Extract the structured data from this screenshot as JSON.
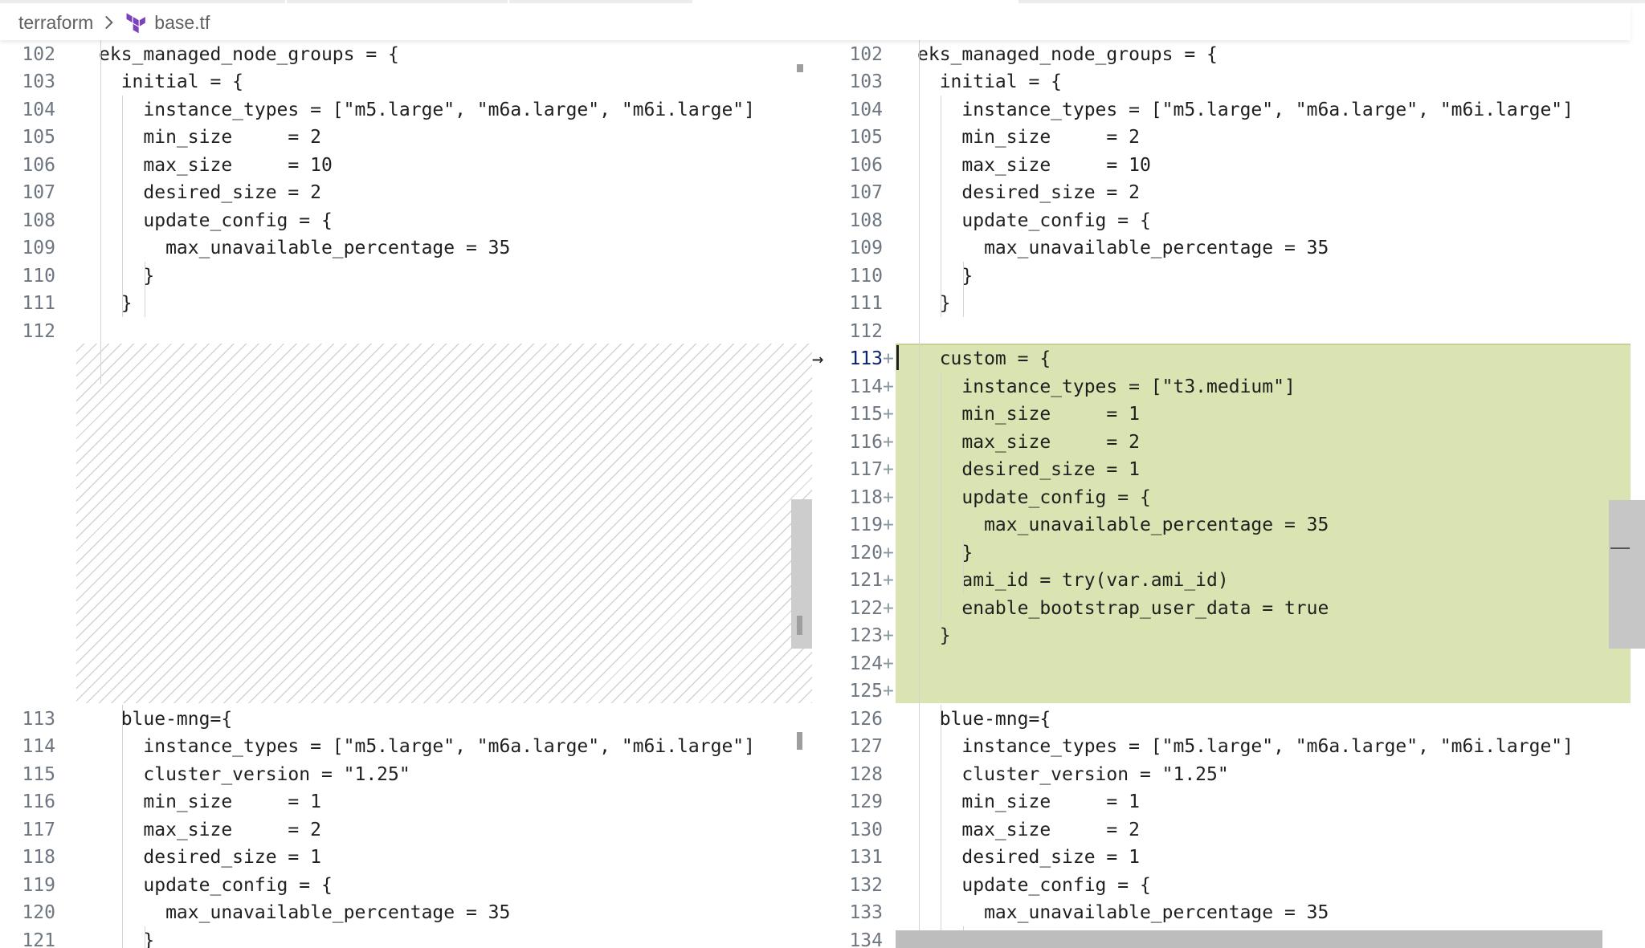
{
  "breadcrumb": {
    "folder": "terraform",
    "file": "base.tf"
  },
  "colors": {
    "added": "#d9e4b2",
    "hatch": "#d3d3d3",
    "terraform_brand": "#7b42bc"
  },
  "icons": {
    "separator": "chevron-right-icon",
    "file": "terraform-file-icon",
    "current_line": "arrow-right-icon"
  },
  "left": {
    "top": [
      {
        "n": "102",
        "t": "eks_managed_node_groups = {"
      },
      {
        "n": "103",
        "t": "  initial = {"
      },
      {
        "n": "104",
        "t": "    instance_types = [\"m5.large\", \"m6a.large\", \"m6i.large\"]"
      },
      {
        "n": "105",
        "t": "    min_size     = 2"
      },
      {
        "n": "106",
        "t": "    max_size     = 10"
      },
      {
        "n": "107",
        "t": "    desired_size = 2"
      },
      {
        "n": "108",
        "t": "    update_config = {"
      },
      {
        "n": "109",
        "t": "      max_unavailable_percentage = 35"
      },
      {
        "n": "110",
        "t": "    }"
      },
      {
        "n": "111",
        "t": "  }"
      },
      {
        "n": "112",
        "t": ""
      }
    ],
    "bottom": [
      {
        "n": "113",
        "t": "  blue-mng={"
      },
      {
        "n": "114",
        "t": "    instance_types = [\"m5.large\", \"m6a.large\", \"m6i.large\"]"
      },
      {
        "n": "115",
        "t": "    cluster_version = \"1.25\""
      },
      {
        "n": "116",
        "t": "    min_size     = 1"
      },
      {
        "n": "117",
        "t": "    max_size     = 2"
      },
      {
        "n": "118",
        "t": "    desired_size = 1"
      },
      {
        "n": "119",
        "t": "    update_config = {"
      },
      {
        "n": "120",
        "t": "      max_unavailable_percentage = 35"
      },
      {
        "n": "121",
        "t": "    }"
      }
    ]
  },
  "right": {
    "top": [
      {
        "n": "102",
        "t": "eks_managed_node_groups = {"
      },
      {
        "n": "103",
        "t": "  initial = {"
      },
      {
        "n": "104",
        "t": "    instance_types = [\"m5.large\", \"m6a.large\", \"m6i.large\"]"
      },
      {
        "n": "105",
        "t": "    min_size     = 2"
      },
      {
        "n": "106",
        "t": "    max_size     = 10"
      },
      {
        "n": "107",
        "t": "    desired_size = 2"
      },
      {
        "n": "108",
        "t": "    update_config = {"
      },
      {
        "n": "109",
        "t": "      max_unavailable_percentage = 35"
      },
      {
        "n": "110",
        "t": "    }"
      },
      {
        "n": "111",
        "t": "  }"
      },
      {
        "n": "112",
        "t": ""
      }
    ],
    "added": [
      {
        "n": "113",
        "t": "  custom = {"
      },
      {
        "n": "114",
        "t": "    instance_types = [\"t3.medium\"]"
      },
      {
        "n": "115",
        "t": "    min_size     = 1"
      },
      {
        "n": "116",
        "t": "    max_size     = 2"
      },
      {
        "n": "117",
        "t": "    desired_size = 1"
      },
      {
        "n": "118",
        "t": "    update_config = {"
      },
      {
        "n": "119",
        "t": "      max_unavailable_percentage = 35"
      },
      {
        "n": "120",
        "t": "    }"
      },
      {
        "n": "121",
        "t": "    ami_id = try(var.ami_id)"
      },
      {
        "n": "122",
        "t": "    enable_bootstrap_user_data = true"
      },
      {
        "n": "123",
        "t": "  }"
      },
      {
        "n": "124",
        "t": ""
      },
      {
        "n": "125",
        "t": ""
      }
    ],
    "bottom": [
      {
        "n": "126",
        "t": "  blue-mng={"
      },
      {
        "n": "127",
        "t": "    instance_types = [\"m5.large\", \"m6a.large\", \"m6i.large\"]"
      },
      {
        "n": "128",
        "t": "    cluster_version = \"1.25\""
      },
      {
        "n": "129",
        "t": "    min_size     = 1"
      },
      {
        "n": "130",
        "t": "    max_size     = 2"
      },
      {
        "n": "131",
        "t": "    desired_size = 1"
      },
      {
        "n": "132",
        "t": "    update_config = {"
      },
      {
        "n": "133",
        "t": "      max_unavailable_percentage = 35"
      },
      {
        "n": "134",
        "t": "    }"
      }
    ]
  },
  "added_marker": "+",
  "current_line_arrow": "→"
}
